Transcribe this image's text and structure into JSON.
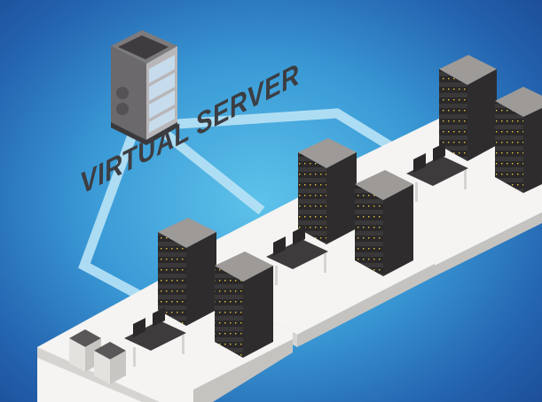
{
  "illustration": {
    "caption": "VIRTUAL SERVER",
    "colors": {
      "background_center": "#5ec3ea",
      "background_edge": "#1d4f99",
      "platform_top": "#f5f4f2",
      "platform_side": "#d6d4d1",
      "rack_front": "#3a3839",
      "rack_top": "#9e9a98",
      "connection_line": "#b9e3f6",
      "caption": "#3c3d42",
      "led": "#e8c53a"
    },
    "objects": [
      {
        "type": "virtual-server-cabinet",
        "position": "top-left"
      },
      {
        "type": "platform",
        "label": "left data-center floor"
      },
      {
        "type": "platform",
        "label": "middle data-center floor"
      },
      {
        "type": "platform",
        "label": "right data-center floor"
      },
      {
        "type": "server-rack",
        "count": 6
      },
      {
        "type": "desk-with-two-monitors",
        "count": 3
      },
      {
        "type": "printer",
        "count": 2
      }
    ]
  }
}
